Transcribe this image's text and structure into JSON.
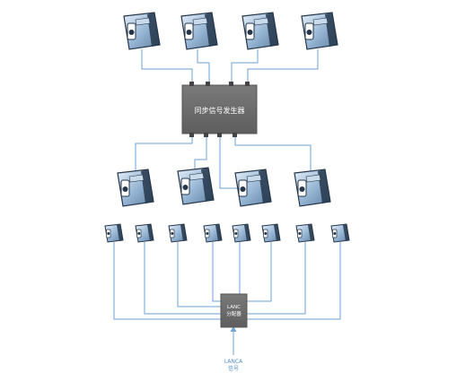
{
  "diagram": {
    "sync_generator": {
      "label": "同步信号发生器"
    },
    "lanc_distributor": {
      "line1": "LANC",
      "line2": "分配器"
    },
    "lanc_input": {
      "line1": "LANCA",
      "line2": "信号"
    },
    "camera_groups": [
      {
        "name": "top-row",
        "count": 4
      },
      {
        "name": "middle-row",
        "count": 4
      },
      {
        "name": "bottom-row",
        "count": 8
      }
    ],
    "colors": {
      "wire": "#6fa2d6",
      "box": "#6b6b6b",
      "camera_body": "#9bb9d7",
      "camera_dark": "#25364a"
    }
  }
}
